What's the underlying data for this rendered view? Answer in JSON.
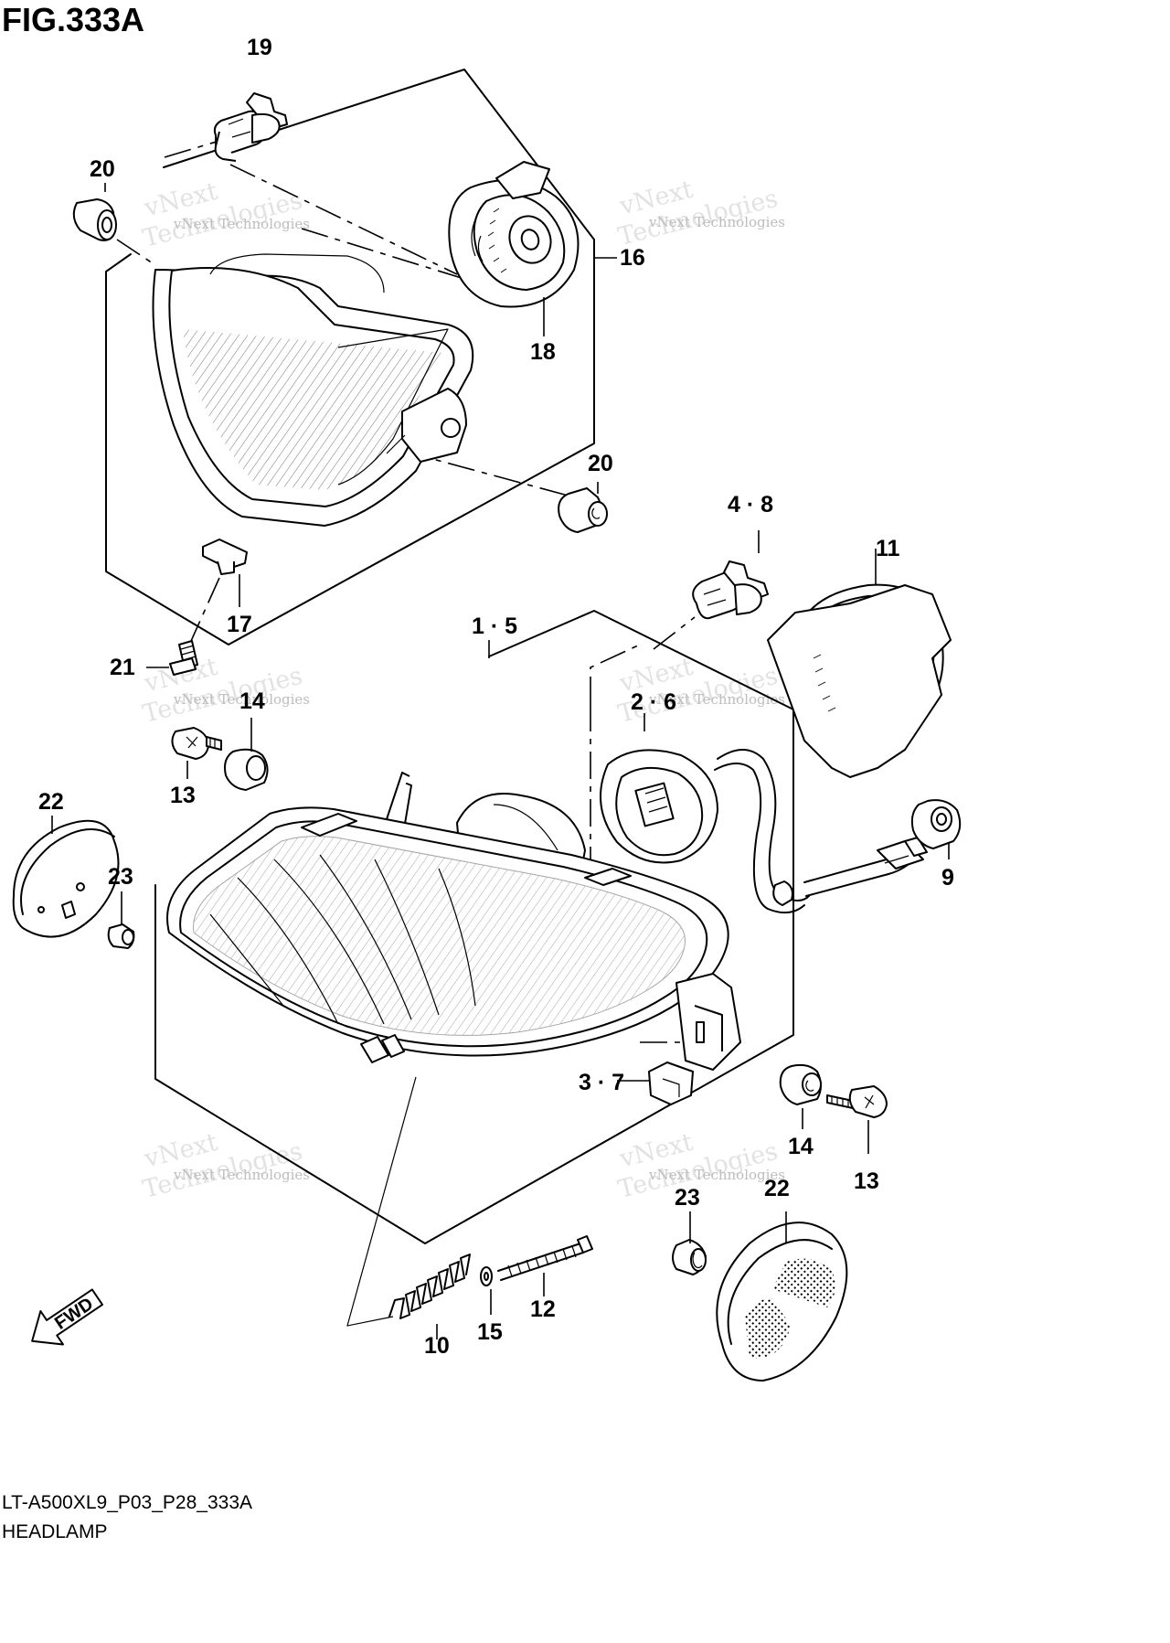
{
  "figure": {
    "title": "FIG.333A",
    "code": "LT-A500XL9_P03_P28_333A",
    "name": "HEADLAMP",
    "fwd_label": "FWD"
  },
  "watermark": {
    "small": "vNext Technologies",
    "big": "Technologies",
    "prefix": "vNext"
  },
  "callouts": {
    "c1_5": "1 · 5",
    "c2_6": "2 · 6",
    "c3_7": "3 · 7",
    "c4_8": "4 · 8",
    "c9": "9",
    "c10": "10",
    "c11": "11",
    "c12": "12",
    "c13a": "13",
    "c13b": "13",
    "c14a": "14",
    "c14b": "14",
    "c15": "15",
    "c16": "16",
    "c17": "17",
    "c18": "18",
    "c19": "19",
    "c20a": "20",
    "c20b": "20",
    "c21": "21",
    "c22a": "22",
    "c22b": "22",
    "c23a": "23",
    "c23b": "23"
  }
}
